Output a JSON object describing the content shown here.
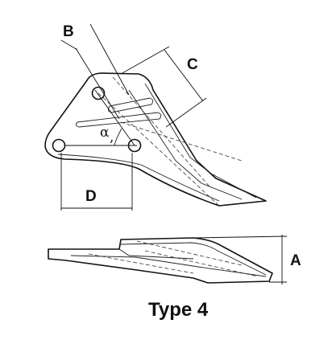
{
  "labels": {
    "dim_a": "A",
    "dim_b": "B",
    "dim_c": "C",
    "dim_d": "D",
    "angle": "α",
    "caption": "Type 4"
  }
}
